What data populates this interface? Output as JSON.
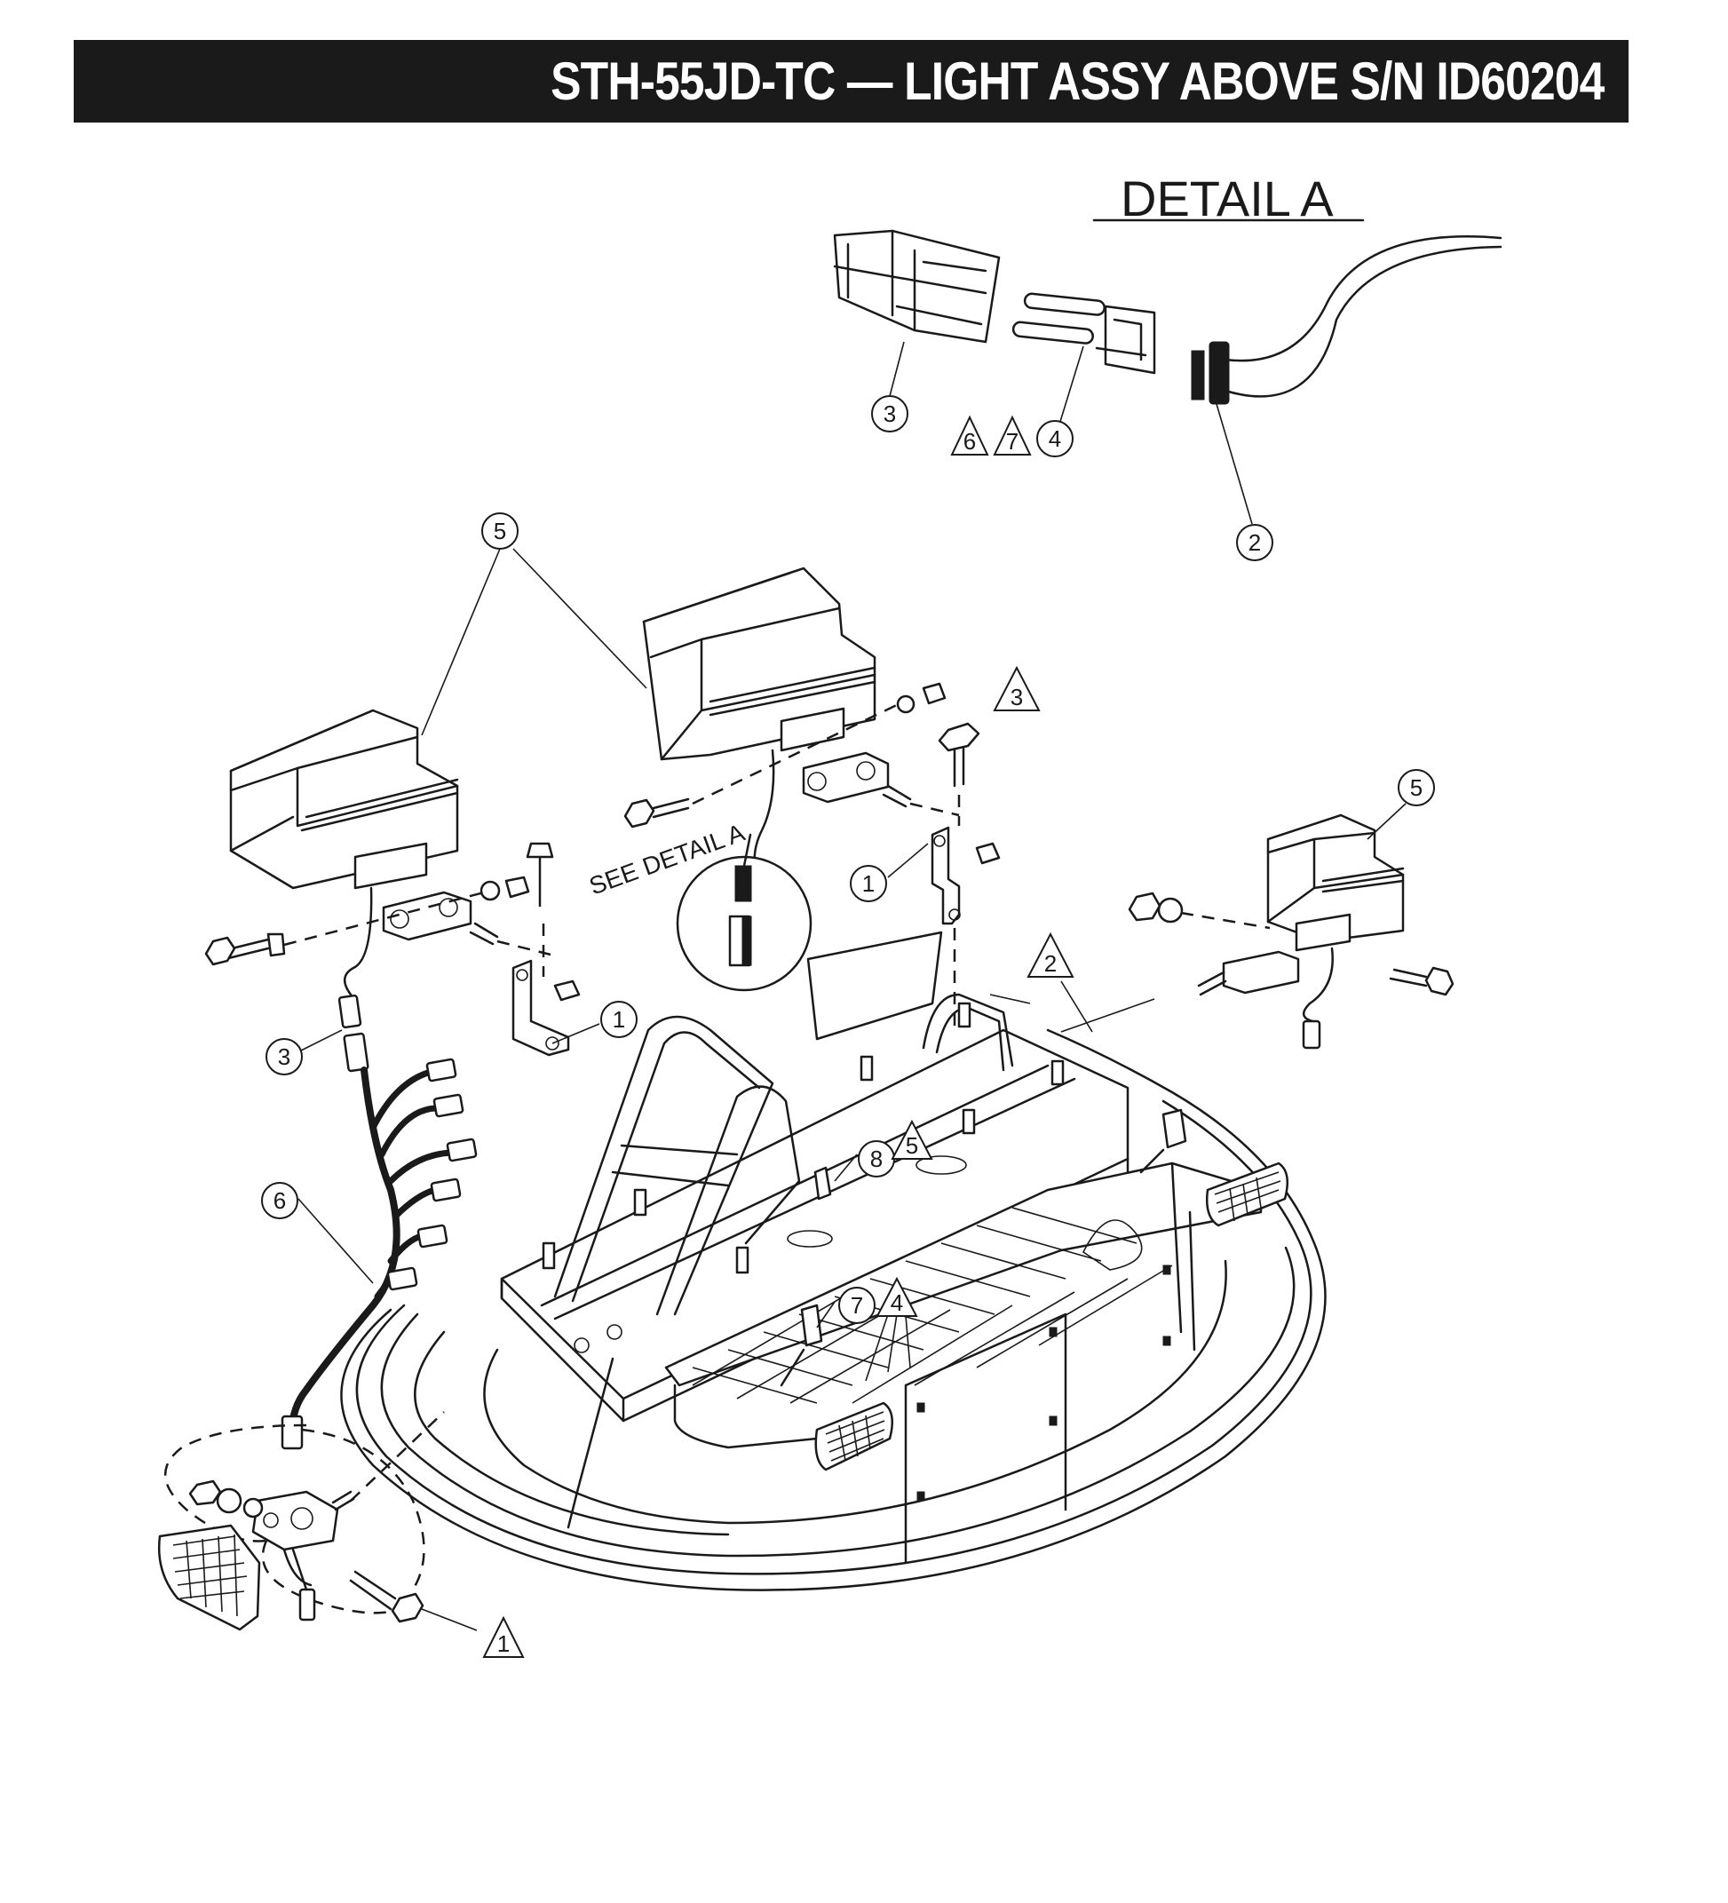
{
  "header": {
    "title": "STH-55JD-TC — LIGHT ASSY ABOVE S/N ID60204"
  },
  "detail": {
    "title": "DETAIL A",
    "see_label": "SEE DETAIL A"
  },
  "callouts": {
    "c1a": "1",
    "c1b": "1",
    "c2": "2",
    "c3a": "3",
    "c3b": "3",
    "c4": "4",
    "c5a": "5",
    "c5b": "5",
    "c6": "6",
    "c7": "7",
    "c8": "8"
  },
  "notes": {
    "n1": "1",
    "n2": "2",
    "n3": "3",
    "n4": "4",
    "n5": "5",
    "n6": "6",
    "n7": "7"
  },
  "colors": {
    "ink": "#1a1a1a",
    "paper": "#ffffff"
  }
}
